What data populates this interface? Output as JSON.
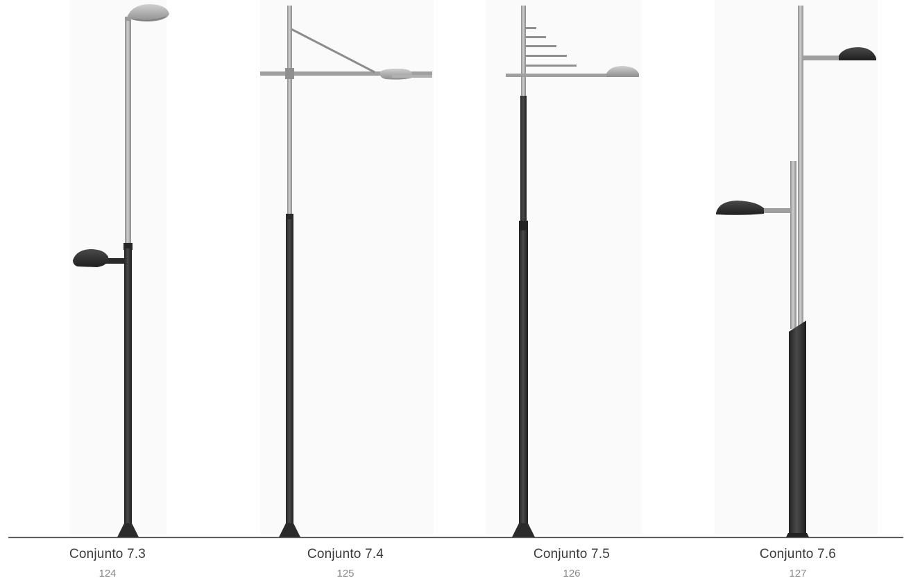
{
  "sets": [
    {
      "name": "Conjunto 7.3",
      "page": "124"
    },
    {
      "name": "Conjunto 7.4",
      "page": "125"
    },
    {
      "name": "Conjunto 7.5",
      "page": "126"
    },
    {
      "name": "Conjunto 7.6",
      "page": "127"
    }
  ],
  "colors": {
    "pole_dark": "#2f2f2f",
    "pole_light": "#a8a8a8",
    "luminaire_dark": "#3a3a3a",
    "luminaire_light": "#b9b9b9",
    "ground_line": "#4a4a4a"
  }
}
